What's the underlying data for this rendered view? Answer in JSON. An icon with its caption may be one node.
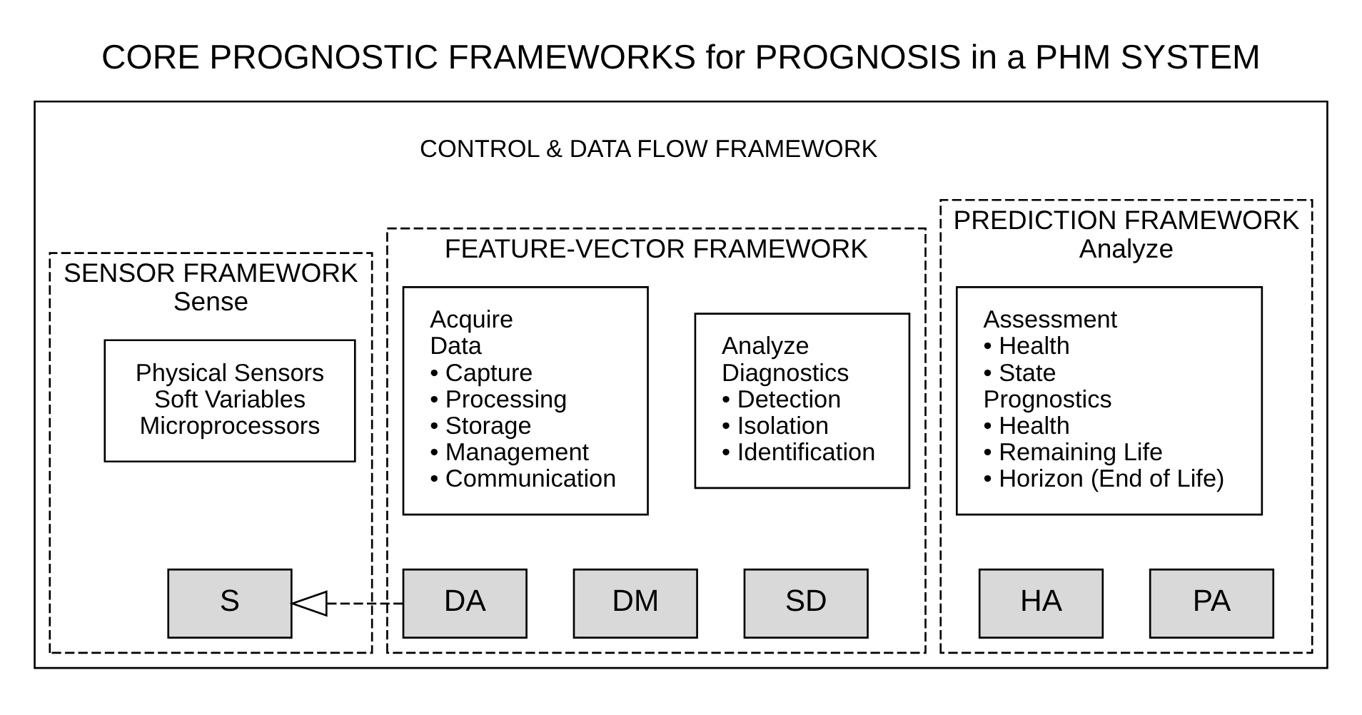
{
  "diagram": {
    "title": "CORE PROGNOSTIC FRAMEWORKS for PROGNOSIS in a PHM SYSTEM",
    "nodes": [
      {
        "text": [],
        "shape": "box"
      },
      {
        "text": [
          "SENSOR FRAMEWORK",
          "Sense"
        ],
        "in": 0
      },
      {
        "text": [
          "Physical Sensors",
          "Soft Variables",
          "Microprocessors"
        ],
        "in": 1
      },
      {
        "text": [
          "S"
        ],
        "in": 1
      },
      {
        "text": [
          "FEATURE-VECTOR FRAMEWORK"
        ],
        "in": 0
      },
      {
        "text": [
          "Acquire",
          "Data",
          "• Capture",
          "• Processing",
          "• Storage",
          "• Management",
          "• Communication"
        ],
        "in": 4
      },
      {
        "text": [
          "Analyze",
          "Diagnostics",
          "• Detection",
          "• Isolation",
          "• Identification"
        ],
        "in": 4
      },
      {
        "text": [
          "DA"
        ],
        "in": 4
      },
      {
        "text": [
          "DM"
        ],
        "in": 4
      },
      {
        "text": [
          "SD"
        ],
        "in": 4
      },
      {
        "text": [
          "PREDICTION FRAMEWORK",
          "Analyze"
        ],
        "in": 0
      },
      {
        "text": [
          "Assessment",
          "• Health",
          "• State",
          "Prognostics",
          "• Health",
          "• Remaining Life",
          "• Horizon (End of Life)"
        ],
        "in": 10
      },
      {
        "text": [
          "HA"
        ],
        "in": 10
      },
      {
        "text": [
          "PA"
        ],
        "in": 10
      }
    ],
    "edges": [
      {
        "from": 7,
        "to": 3,
        "arrow": "to",
        "style": "dashed"
      }
    ],
    "labels": [
      "CONTROL & DATA FLOW FRAMEWORK"
    ]
  }
}
